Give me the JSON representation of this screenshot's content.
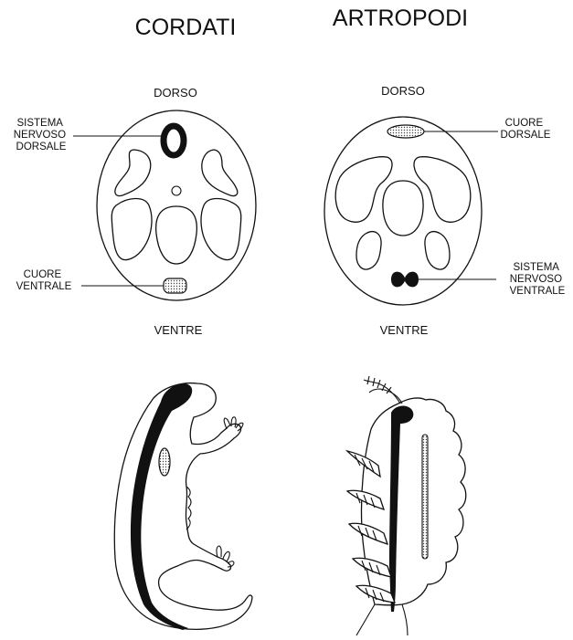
{
  "columns": {
    "left": {
      "title": "CORDATI",
      "top_label": "DORSO",
      "bottom_label": "VENTRE",
      "callout_nervous": [
        "SISTEMA",
        "NERVOSO",
        "DORSALE"
      ],
      "callout_heart": [
        "CUORE",
        "VENTRALE"
      ]
    },
    "right": {
      "title": "ARTROPODI",
      "top_label": "DORSO",
      "bottom_label": "VENTRE",
      "callout_heart": [
        "CUORE",
        "DORSALE"
      ],
      "callout_nervous": [
        "SISTEMA",
        "NERVOSO",
        "VENTRALE"
      ]
    }
  },
  "colors": {
    "ink": "#111111",
    "background": "#ffffff",
    "stipple": "#444444"
  }
}
